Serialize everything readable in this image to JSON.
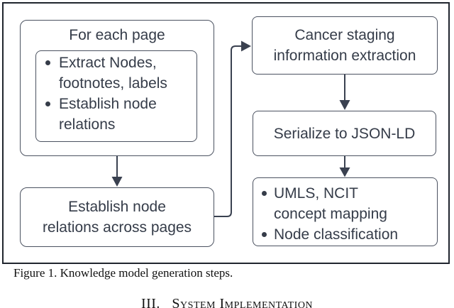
{
  "figure": {
    "caption": "Figure 1. Knowledge model generation steps.",
    "section_heading": "III.   System Implementation"
  },
  "colors": {
    "arrow_line": "#3a4150",
    "box_border": "#4b5260",
    "box_fill": "#ffffff",
    "diagram_text": "#353c49",
    "frame_border": "#20252e",
    "caption_text": "#111111"
  },
  "diagram": {
    "for_each_page": {
      "title": "For each page",
      "bullets": [
        "Extract Nodes,\nfootnotes, labels",
        "Establish node\nrelations"
      ]
    },
    "across_pages": {
      "label": "Establish node\nrelations across pages"
    },
    "cancer_staging": {
      "label": "Cancer staging\ninformation extraction"
    },
    "serialize": {
      "label": "Serialize to JSON-LD"
    },
    "mapping": {
      "bullets": [
        "UMLS, NCIT\nconcept mapping",
        "Node classification"
      ]
    }
  }
}
